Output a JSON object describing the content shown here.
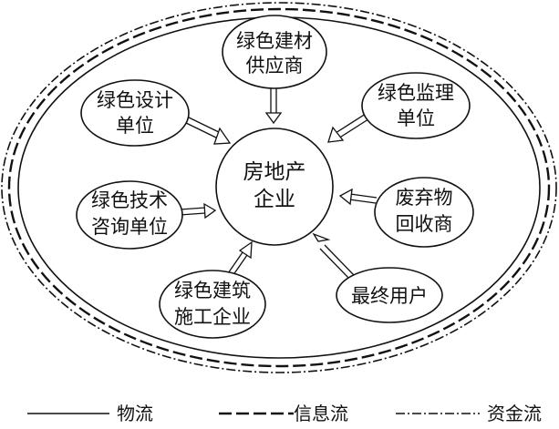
{
  "center": {
    "lines": [
      "房地产",
      "企业"
    ]
  },
  "nodes": [
    {
      "id": "supplier",
      "lines": [
        "绿色建材",
        "供应商"
      ]
    },
    {
      "id": "design",
      "lines": [
        "绿色设计",
        "单位"
      ]
    },
    {
      "id": "supervision",
      "lines": [
        "绿色监理",
        "单位"
      ]
    },
    {
      "id": "consulting",
      "lines": [
        "绿色技术",
        "咨询单位"
      ]
    },
    {
      "id": "recycling",
      "lines": [
        "废弃物",
        "回收商"
      ]
    },
    {
      "id": "construction",
      "lines": [
        "绿色建筑",
        "施工企业"
      ]
    },
    {
      "id": "enduser",
      "lines": [
        "最终用户"
      ]
    }
  ],
  "legend": [
    {
      "label": "物流",
      "style": "solid"
    },
    {
      "label": "信息流",
      "style": "dashed"
    },
    {
      "label": "资金流",
      "style": "dash-dot"
    }
  ]
}
